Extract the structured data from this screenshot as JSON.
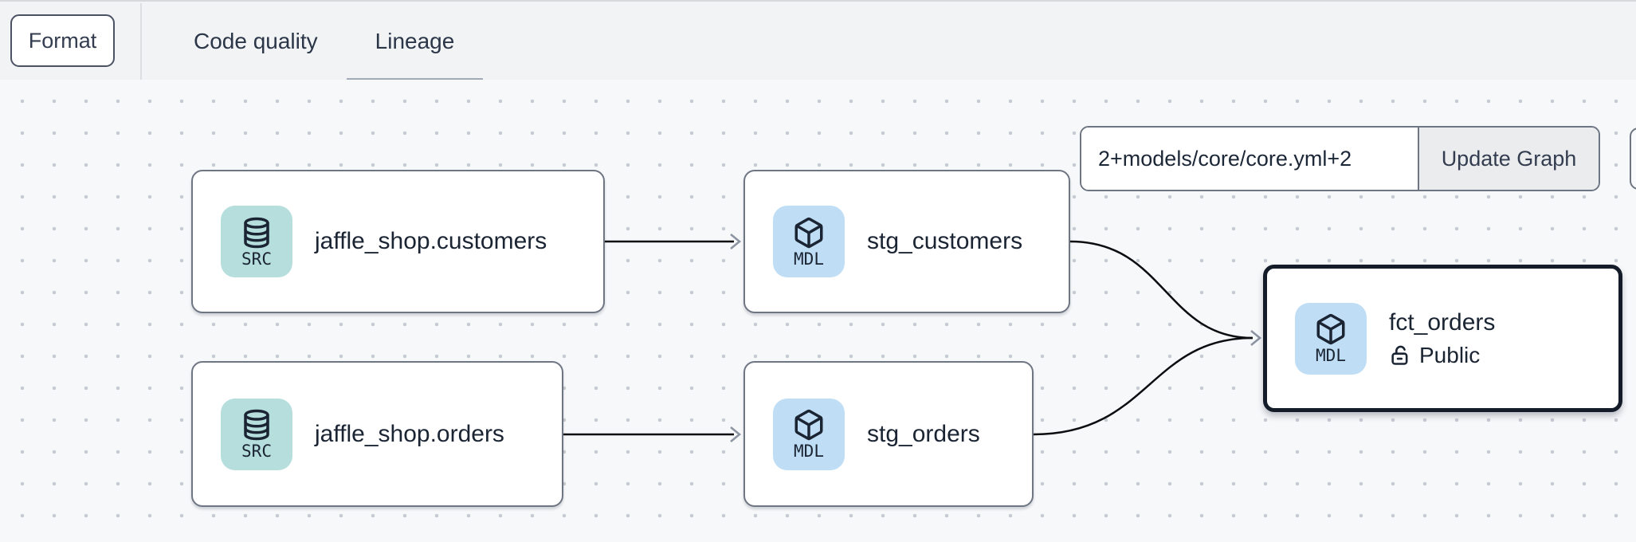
{
  "topbar": {
    "format_button": "Format",
    "tabs": [
      {
        "label": "Code quality",
        "active": false
      },
      {
        "label": "Lineage",
        "active": true
      }
    ]
  },
  "lineage_toolbar": {
    "selector_value": "2+models/core/core.yml+2",
    "update_button": "Update Graph"
  },
  "graph": {
    "nodes": [
      {
        "label": "jaffle_shop.customers",
        "badge": "SRC",
        "icon": "database-icon"
      },
      {
        "label": "stg_customers",
        "badge": "MDL",
        "icon": "cube-icon"
      },
      {
        "label": "jaffle_shop.orders",
        "badge": "SRC",
        "icon": "database-icon"
      },
      {
        "label": "stg_orders",
        "badge": "MDL",
        "icon": "cube-icon"
      },
      {
        "label": "fct_orders",
        "badge": "MDL",
        "icon": "cube-icon",
        "access": "Public",
        "selected": true
      }
    ],
    "edges": [
      {
        "from": "jaffle_shop.customers",
        "to": "stg_customers"
      },
      {
        "from": "jaffle_shop.orders",
        "to": "stg_orders"
      },
      {
        "from": "stg_customers",
        "to": "fct_orders"
      },
      {
        "from": "stg_orders",
        "to": "fct_orders"
      }
    ]
  },
  "colors": {
    "source_badge_bg": "#b5dedd",
    "model_badge_bg": "#bfdef6",
    "node_border": "#6f7683",
    "selected_node_border": "#141b29",
    "edge": "#0b0d10",
    "arrowhead": "#8b93a1",
    "active_tab_underline": "#a2aab6",
    "topbar_bg": "#f2f3f5",
    "canvas_bg": "#f7f8fa"
  }
}
